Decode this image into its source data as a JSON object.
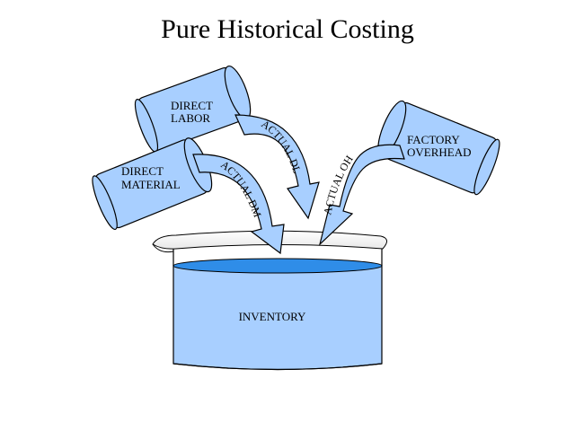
{
  "title": "Pure Historical Costing",
  "containers": {
    "direct_labor": [
      "DIRECT",
      "LABOR"
    ],
    "direct_material": [
      "DIRECT",
      "MATERIAL"
    ],
    "factory_overhead": [
      "FACTORY",
      "OVERHEAD"
    ],
    "inventory": "INVENTORY"
  },
  "flows": {
    "actual_dl": "ACTUAL DL",
    "actual_dm": "ACTUAL DM",
    "actual_oh": "ACTUAL OH"
  },
  "colors": {
    "container_fill": "#a8cfff",
    "liquid_fill": "#2f8de8",
    "outline": "#000000"
  }
}
